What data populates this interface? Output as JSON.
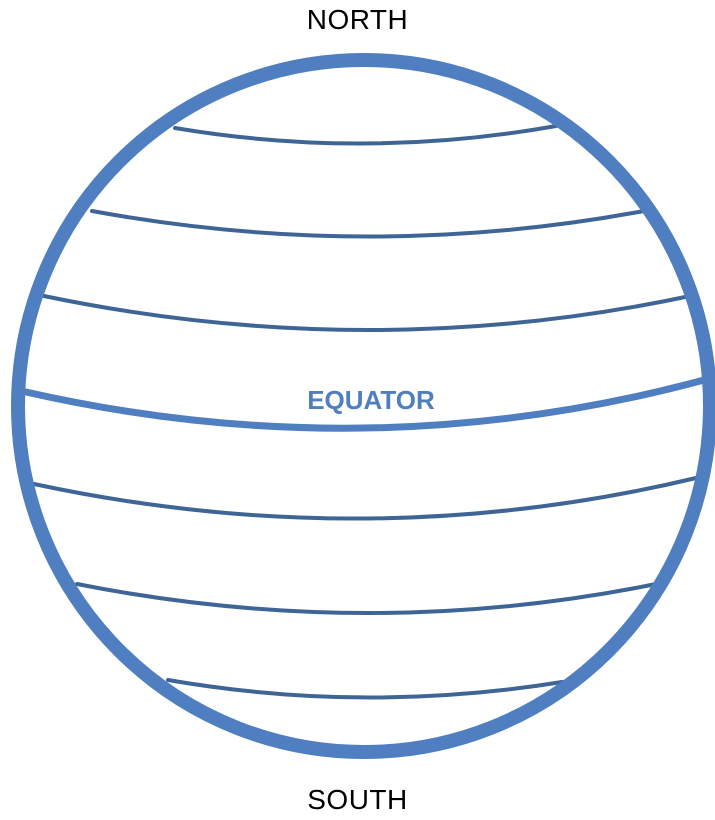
{
  "labels": {
    "north": "NORTH",
    "south": "SOUTH",
    "equator": "EQUATOR"
  },
  "colors": {
    "outline": "#4f7fc0",
    "latitude_line": "#3f6596",
    "equator_line": "#4f7fc0",
    "equator_text": "#4f7fc0"
  }
}
